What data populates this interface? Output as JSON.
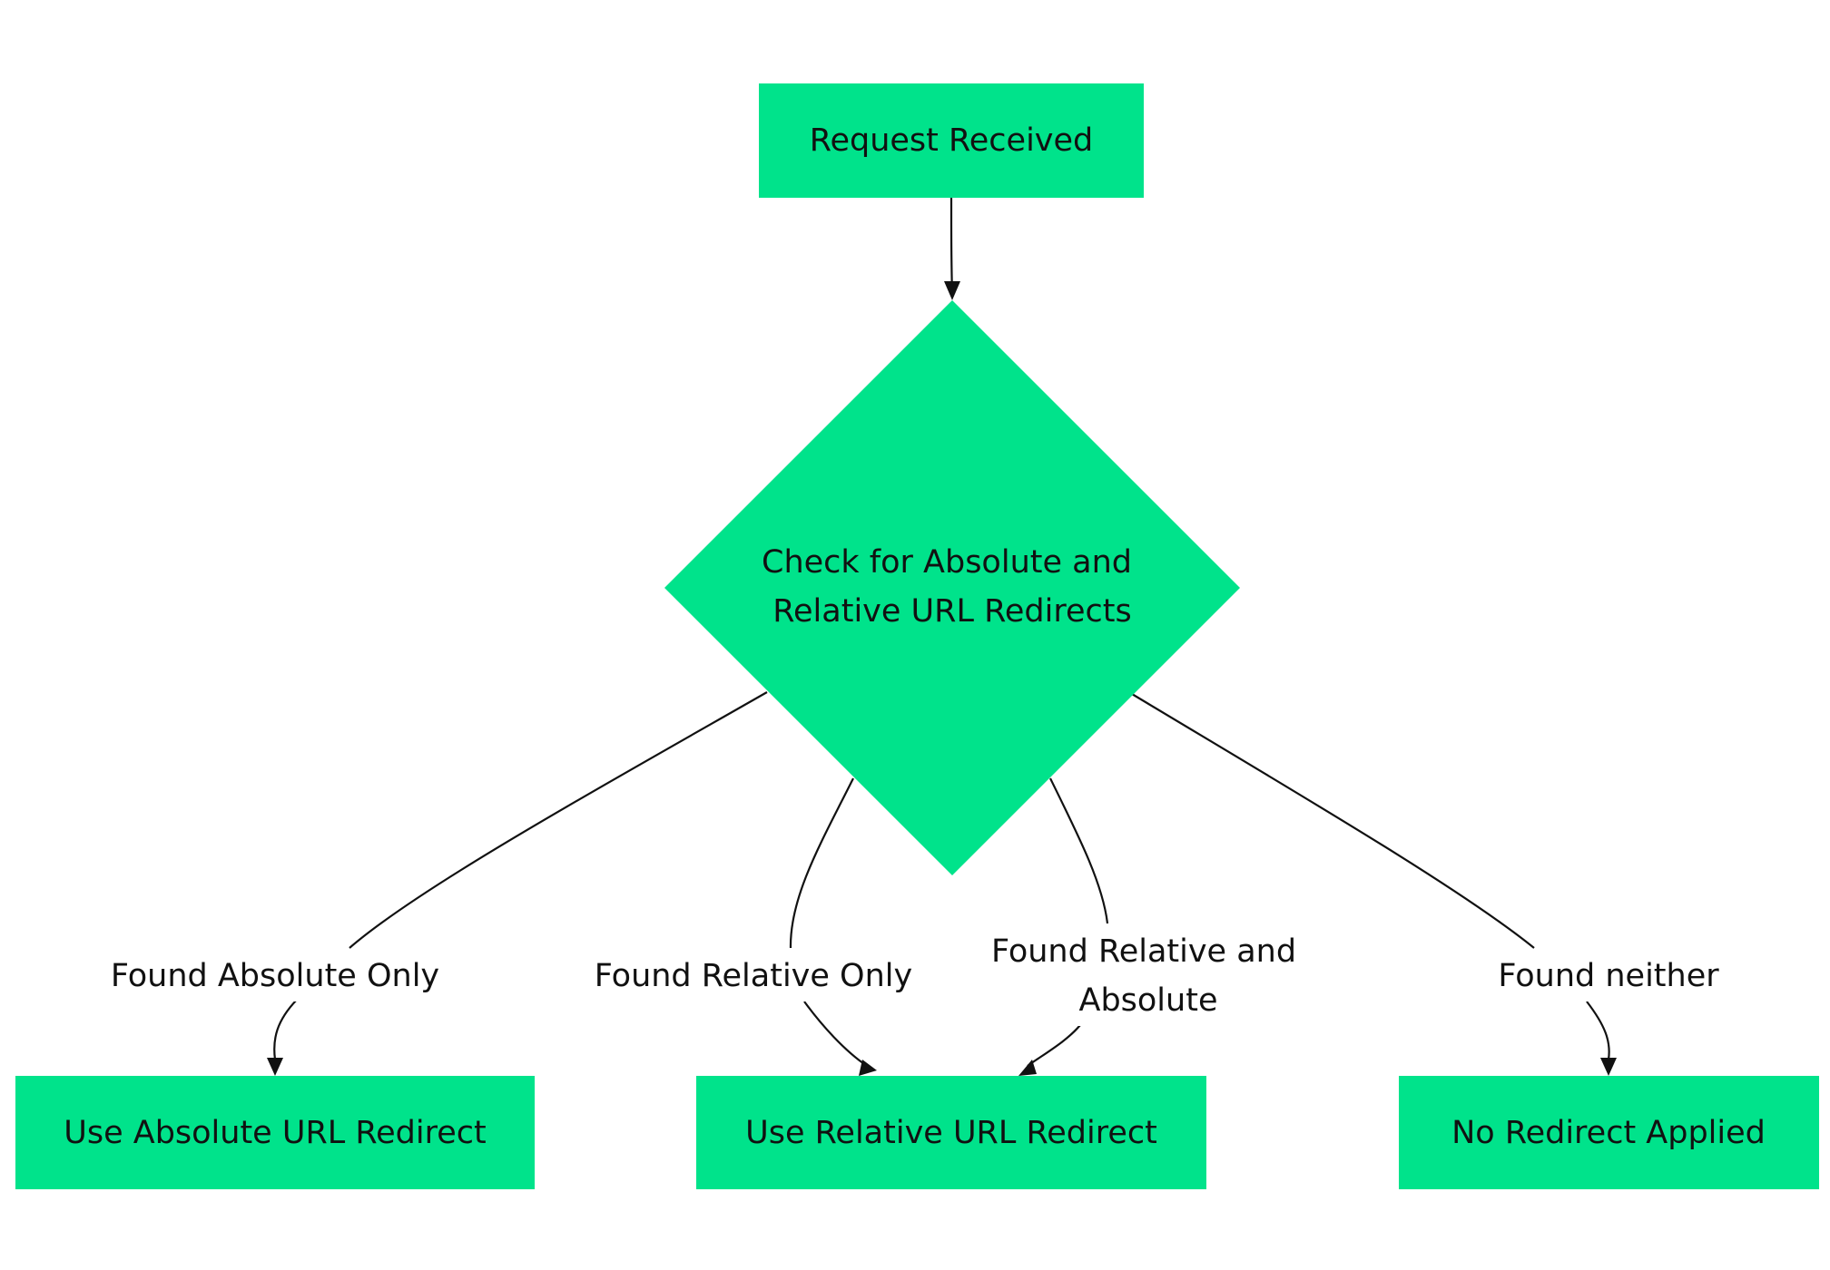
{
  "nodes": {
    "request_received": "Request Received",
    "check_line1": "Check for Absolute and",
    "check_line2": "Relative URL Redirects",
    "use_absolute": "Use Absolute URL Redirect",
    "use_relative": "Use Relative URL Redirect",
    "no_redirect": "No Redirect Applied"
  },
  "edges": {
    "found_absolute_only": "Found Absolute Only",
    "found_relative_only": "Found Relative Only",
    "found_relative_and_absolute_line1": "Found Relative and",
    "found_relative_and_absolute_line2": "Absolute",
    "found_neither": "Found neither"
  },
  "colors": {
    "node_fill": "#00e38b",
    "edge_stroke": "#111111",
    "background": "#ffffff"
  }
}
